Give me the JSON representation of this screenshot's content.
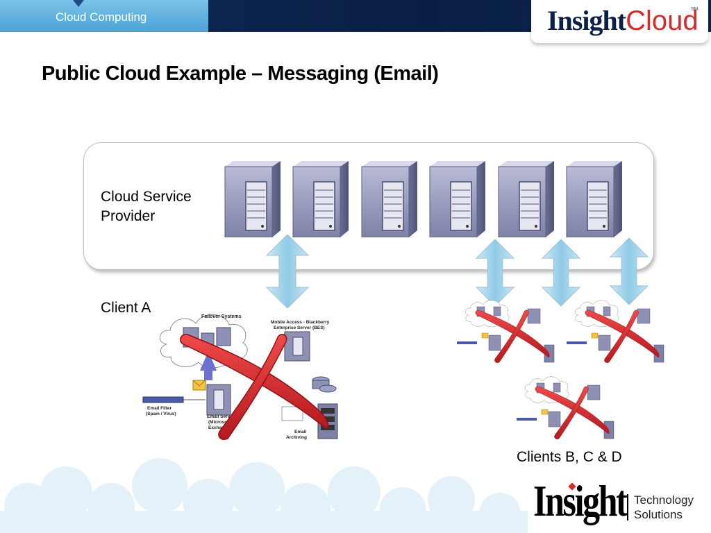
{
  "header": {
    "section_label": "Cloud Computing"
  },
  "brand": {
    "logo_insight": "Insight",
    "logo_cloud": "Cloud",
    "logo_tm": "SM"
  },
  "title": "Public Cloud Example – Messaging (Email)",
  "provider": {
    "label_line1": "Cloud Service",
    "label_line2": "Provider",
    "server_count": 6
  },
  "client_a": {
    "label": "Client A",
    "failover_label": "Failover Systems",
    "mobile_label_1": "Mobile Access - Blackberry",
    "mobile_label_2": "Enterprise Server (BES)",
    "filter_label_1": "Email Filter",
    "filter_label_2": "(Spam / Virus)",
    "server_label_1": "Email Server",
    "server_label_2": "(Microsoft",
    "server_label_3": "Exchange)",
    "archiving_label_1": "Email",
    "archiving_label_2": "Archiving"
  },
  "clients_bcd": {
    "label": "Clients B, C & D"
  },
  "footer": {
    "logo_insight": "Insight",
    "tech_line1": "Technology",
    "tech_line2": "Solutions"
  },
  "colors": {
    "header_dark": "#0b1f47",
    "header_tab": "#5fb2df",
    "cross_red": "#d9262b",
    "arrow_blue": "#8fcbe6",
    "server_gray": "#8e91b4"
  }
}
